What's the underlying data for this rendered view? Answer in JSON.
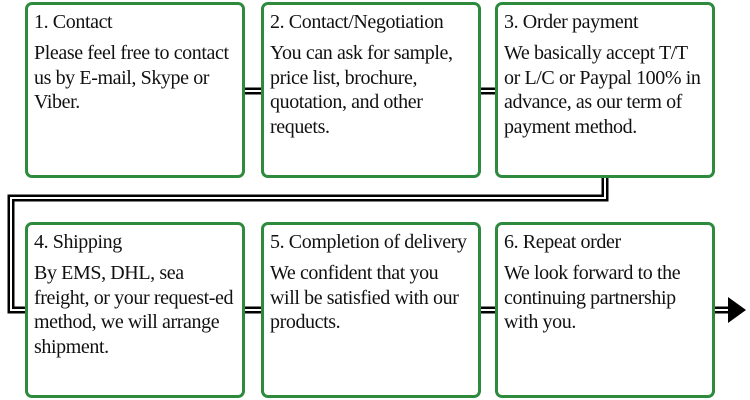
{
  "steps": [
    {
      "title": "1. Contact",
      "text": "Please feel free to contact us by E-mail, Skype or Viber."
    },
    {
      "title": "2. Contact/Negotiation",
      "text": "You can ask for sample, price list, brochure, quotation, and other requets."
    },
    {
      "title": "3. Order payment",
      "text": "We basically accept T/T or L/C or Paypal 100% in advance, as our term of payment method."
    },
    {
      "title": "4. Shipping",
      "text": "By EMS, DHL, sea freight, or your request-ed method, we will arrange shipment."
    },
    {
      "title": "5. Completion of delivery",
      "text": "We confident that you will be satisfied with our products."
    },
    {
      "title": "6. Repeat order",
      "text": "We look forward to the continuing partnership with you."
    }
  ],
  "colors": {
    "box_border": "#2e8b3e",
    "connector": "#000000",
    "connector_fill": "#ffffff"
  }
}
